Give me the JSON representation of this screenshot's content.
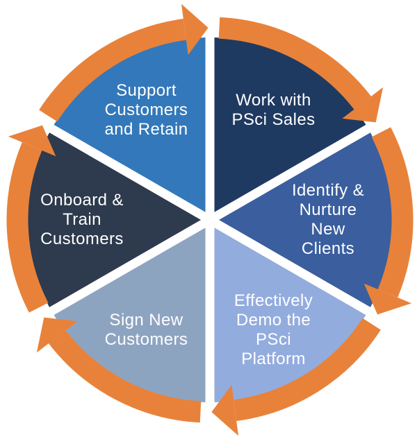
{
  "diagram": {
    "type": "cycle",
    "flow_direction": "clockwise",
    "segment_count": 6
  },
  "colors": {
    "arrow_orange": "#E8823A",
    "gap_white": "#FFFFFF",
    "label_text": "#FFFFFF",
    "background": "#FFFFFF"
  },
  "segments": [
    {
      "id": "work-with-psci-sales",
      "label": "Work with\nPSci Sales",
      "color": "#1F3A61"
    },
    {
      "id": "identify-nurture-new-clients",
      "label": "Identify &\nNurture\nNew\nClients",
      "color": "#3A5E9E"
    },
    {
      "id": "effectively-demo-psci-platform",
      "label": "Effectively\nDemo the\nPSci\nPlatform",
      "color": "#93ACDE"
    },
    {
      "id": "sign-new-customers",
      "label": "Sign New\nCustomers",
      "color": "#8DA4C1"
    },
    {
      "id": "onboard-train-customers",
      "label": "Onboard &\nTrain\nCustomers",
      "color": "#2E3A4D"
    },
    {
      "id": "support-customers-retain",
      "label": "Support\nCustomers\nand Retain",
      "color": "#3378BA"
    }
  ]
}
